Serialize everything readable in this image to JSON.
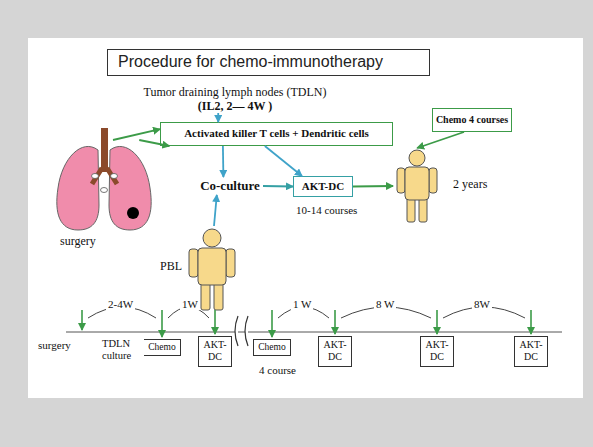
{
  "diagram": {
    "title": "Procedure for chemo-immunotherapy",
    "nodes": [
      {
        "text": [
          "Tumor draining lymph nodes (TDLN)",
          "(IL2, 2— 4W )"
        ]
      },
      {
        "text": [
          "Chemo 4 courses"
        ]
      },
      {
        "text": [
          "Activated killer T cells + Dendritic cells"
        ]
      },
      {
        "text": [
          "surgery"
        ]
      },
      {
        "text": [
          "Co-culture"
        ]
      },
      {
        "text": [
          "AKT-DC",
          "10-14 courses"
        ]
      },
      {
        "text": [
          "2 years"
        ]
      },
      {
        "text": [
          "PBL"
        ]
      },
      {
        "text": [
          "Chemo"
        ]
      },
      {
        "text": [
          "AKT-DC"
        ]
      },
      {
        "text": [
          "Chemo"
        ]
      },
      {
        "text": [
          "AKT-DC"
        ]
      },
      {
        "text": [
          "AKT-DC"
        ]
      },
      {
        "text": [
          "AKT-DC"
        ]
      }
    ],
    "edges": [
      {
        "from": 3,
        "to": 2,
        "arrow": "to"
      },
      {
        "from": 3,
        "to": 2,
        "arrow": "to"
      },
      {
        "from": 0,
        "to": 2,
        "arrow": "to"
      },
      {
        "from": 2,
        "to": 4,
        "arrow": "to"
      },
      {
        "from": 2,
        "to": 5,
        "arrow": "to"
      },
      {
        "from": 4,
        "to": 5,
        "arrow": "to"
      },
      {
        "from": 7,
        "to": 4,
        "arrow": "to"
      },
      {
        "from": 5,
        "to": 6,
        "arrow": "to"
      },
      {
        "from": 1,
        "to": 6,
        "arrow": "to"
      }
    ],
    "labels": [
      "2-4W",
      "1W",
      "1 W",
      "8 W",
      "8W",
      "surgery",
      "TDLN culture",
      "4 course"
    ]
  }
}
